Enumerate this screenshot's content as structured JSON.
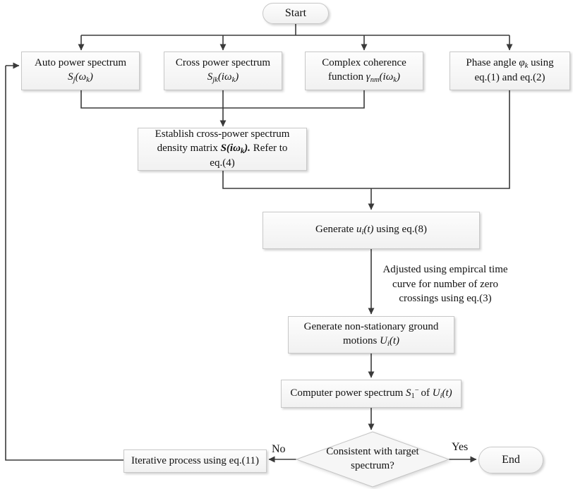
{
  "colors": {
    "line": "#3a3a3a",
    "box_border": "#c8c8c8",
    "box_fill_top": "#fdfdfd",
    "box_fill_bottom": "#f1f1f1",
    "text": "#111111"
  },
  "nodes": {
    "start": {
      "label": "Start"
    },
    "auto": {
      "line1": "Auto power spectrum",
      "s": "S",
      "s_sub": "j",
      "f_mid": "(ω",
      "f_sub": "k",
      "f_end": ")"
    },
    "cross": {
      "line1": "Cross power spectrum",
      "s": "S",
      "s_sub": "jk",
      "f_mid": "(iω",
      "f_sub": "k",
      "f_end": ")"
    },
    "coherence": {
      "line1": "Complex coherence",
      "fn": "function ",
      "g": "γ",
      "g_sub": "nm",
      "f_mid": "(iω",
      "f_sub": "k",
      "f_end": ")"
    },
    "phase": {
      "pre": "Phase angle ",
      "phi": "φ",
      "phi_sub": "k",
      "post": " using",
      "line2": "eq.(1) and eq.(2)"
    },
    "establish": {
      "line1": "Establish cross-power spectrum",
      "pre": "density matrix ",
      "s": "S(iω",
      "s_sub": "k",
      "s_end": ").",
      "post": " Refer to",
      "line3": "eq.(4)"
    },
    "generate_u": {
      "pre": "Generate ",
      "u": "u",
      "u_sub": "i",
      "u_end": "(t)",
      "post": " using eq.(8)"
    },
    "adjust_note": {
      "line1": "Adjusted using empircal time",
      "line2": "curve for number of zero",
      "line3": "crossings using eq.(3)"
    },
    "nonstationary": {
      "line1": "Generate non-stationary ground",
      "pre": "motions ",
      "u": "U",
      "u_sub": "i",
      "u_end": "(t)"
    },
    "computer": {
      "pre": "Computer power spectrum ",
      "s": "S",
      "s_sub": "1",
      "s_sup": "−",
      "mid": " of ",
      "u": "U",
      "u_sub": "i",
      "u_end": "(t)"
    },
    "decision": {
      "line1": "Consistent with target",
      "line2": "spectrum?"
    },
    "iterative": {
      "label": "Iterative process using eq.(11)"
    },
    "end": {
      "label": "End"
    }
  },
  "edge_labels": {
    "no": "No",
    "yes": "Yes"
  }
}
